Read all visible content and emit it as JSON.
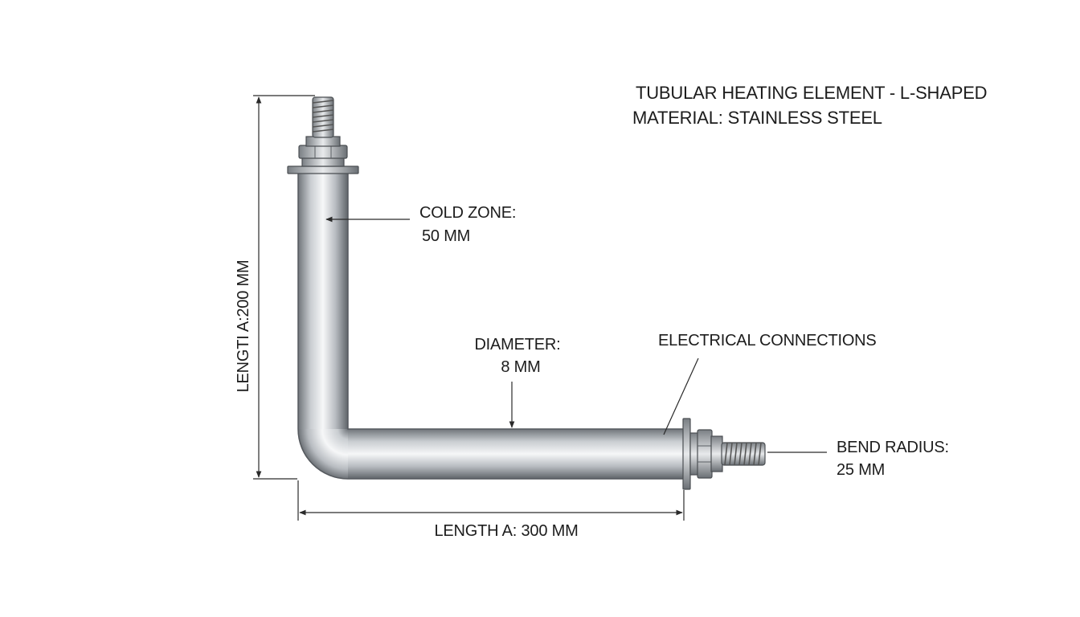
{
  "title": {
    "line1": "TUBULAR HEATING ELEMENT - L-SHAPED",
    "line2": "MATERIAL: STAINLESS STEEL"
  },
  "callouts": {
    "cold_zone": {
      "label": "COLD ZONE:",
      "value": "50 MM"
    },
    "diameter": {
      "label": "DIAMETER:",
      "value": "8 MM"
    },
    "electrical": {
      "label": "ELECTRICAL CONNECTIONS"
    },
    "bend_radius": {
      "label": "BEND RADIUS:",
      "value": "25 MM"
    }
  },
  "dimensions": {
    "vertical": "LENGTI A:200 MM",
    "horizontal": "LENGTH A: 300 MM"
  },
  "colors": {
    "steel_dark": "#6e7378",
    "steel_light": "#f4f5f6",
    "line": "#2a2a2a"
  }
}
